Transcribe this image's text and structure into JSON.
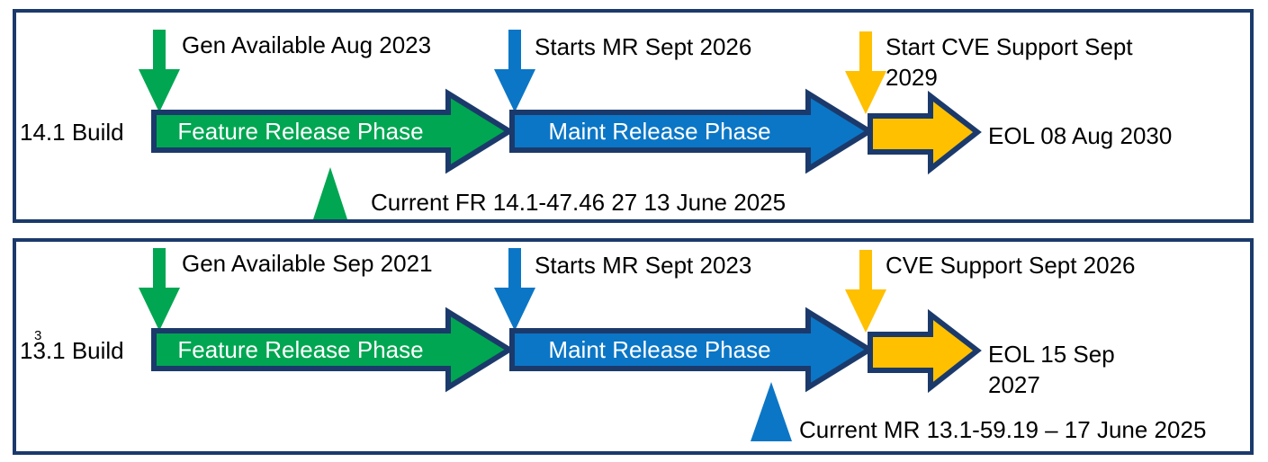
{
  "colors": {
    "green": "#00A651",
    "blue": "#0B76C6",
    "gold": "#FFC000",
    "navy": "#1B3A6B"
  },
  "panels": [
    {
      "build_label": "14.1 Build",
      "ga_milestone": "Gen Available Aug 2023",
      "mr_milestone": "Starts MR Sept 2026",
      "cve_milestone": "Start CVE Support Sept 2029",
      "feature_phase": "Feature Release Phase",
      "maint_phase": "Maint Release Phase",
      "eol_label": "EOL 08 Aug 2030",
      "current_release": "Current FR 14.1-47.46 27 13 June 2025"
    },
    {
      "build_label": "13.1 Build",
      "build_footnote": "3",
      "ga_milestone": "Gen Available Sep 2021",
      "mr_milestone": "Starts MR Sept 2023",
      "cve_milestone": "CVE Support Sept 2026",
      "feature_phase": "Feature Release Phase",
      "maint_phase": "Maint Release Phase",
      "eol_label": "EOL 15 Sep 2027",
      "current_release": "Current MR 13.1-59.19 – 17 June 2025"
    }
  ]
}
